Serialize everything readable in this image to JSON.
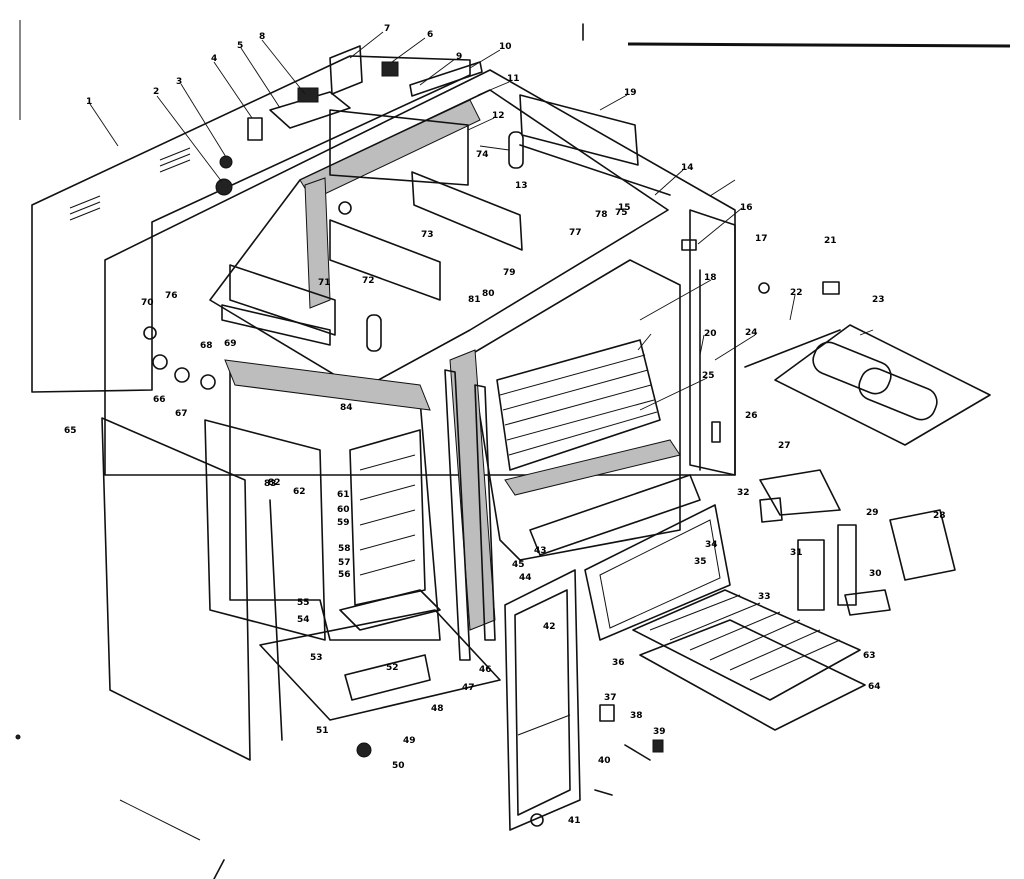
{
  "callouts": [
    "1",
    "2",
    "3",
    "4",
    "5",
    "6",
    "7",
    "8",
    "9",
    "10",
    "11",
    "12",
    "13",
    "14",
    "15",
    "16",
    "17",
    "18",
    "19",
    "20",
    "21",
    "22",
    "23",
    "24",
    "25",
    "26",
    "27",
    "28",
    "29",
    "30",
    "31",
    "32",
    "33",
    "34",
    "35",
    "36",
    "37",
    "38",
    "39",
    "40",
    "41",
    "42",
    "43",
    "44",
    "45",
    "46",
    "47",
    "48",
    "49",
    "50",
    "51",
    "52",
    "53",
    "54",
    "55",
    "56",
    "57",
    "58",
    "59",
    "60",
    "61",
    "62",
    "63",
    "64",
    "65",
    "66",
    "67",
    "68",
    "69",
    "70",
    "71",
    "72",
    "73",
    "74",
    "75",
    "76",
    "77",
    "78",
    "79",
    "80",
    "81",
    "82",
    "83",
    "84"
  ]
}
